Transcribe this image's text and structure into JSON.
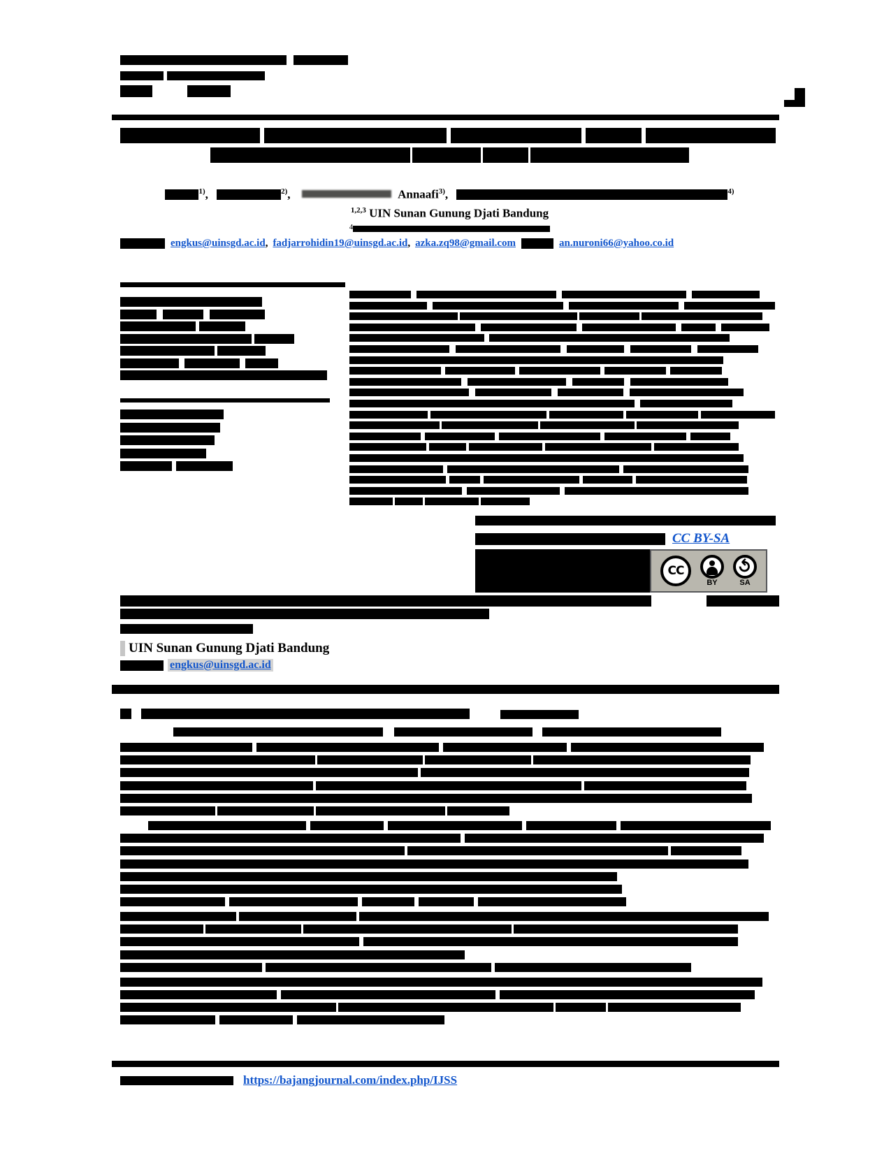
{
  "authors": {
    "sups": [
      "1)",
      "2)",
      "3)",
      "4)"
    ],
    "visible_surname": "Annaafi",
    "comma": ","
  },
  "affiliations": {
    "line1_sup": "1,2,3",
    "line1_text": "UIN Sunan Gunung Djati Bandung",
    "line2_sup": "4"
  },
  "email_line": {
    "comma": ",",
    "links": [
      {
        "text": "engkus@uinsgd.ac.id"
      },
      {
        "text": "fadjarrohidin19@uinsgd.ac.id"
      },
      {
        "text": "azka.zq98@gmail.com"
      },
      {
        "text": "an.nuroni66@yahoo.co.id"
      }
    ]
  },
  "license": {
    "link_label": "CC BY-SA",
    "badge": {
      "cc_label": "CC",
      "by_label": "BY",
      "sa_label": "SA",
      "sa_glyph": "↺"
    }
  },
  "correspondence": {
    "affiliation": "UIN Sunan Gunung Djati Bandung",
    "email": "engkus@uinsgd.ac.id"
  },
  "page_footer": {
    "link": "https://bajangjournal.com/index.php/IJSS"
  },
  "colors": {
    "link_blue": "#1155cc",
    "badge_bg": "#b9b7ae",
    "redaction": "#000000"
  }
}
